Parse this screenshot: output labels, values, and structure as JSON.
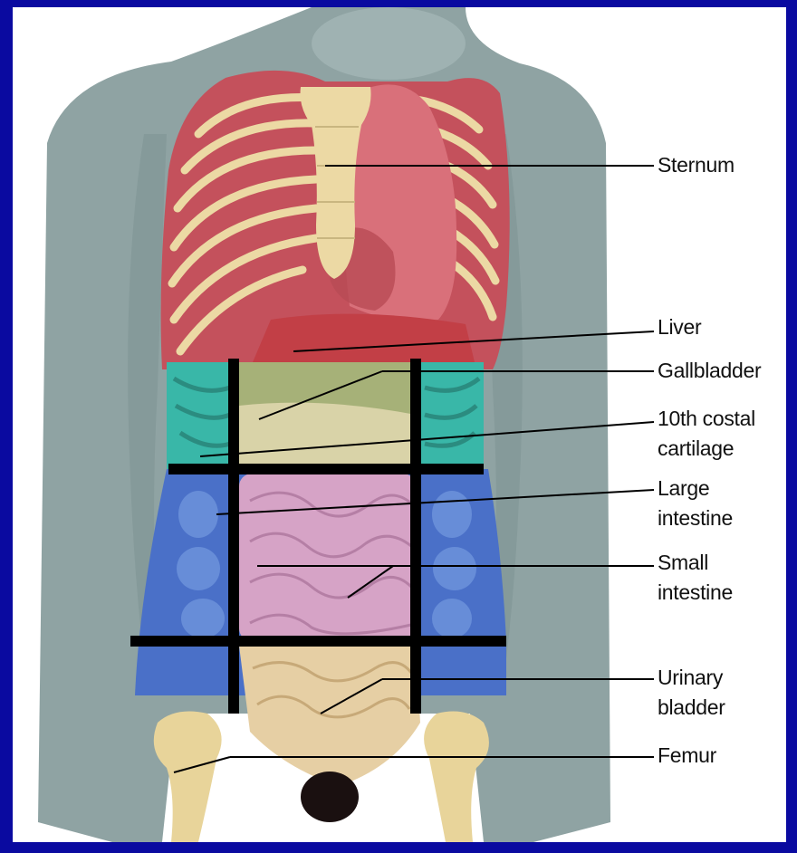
{
  "colors": {
    "frame": "#0a0aa0",
    "background": "#ffffff",
    "skin": "#8fa3a3",
    "rib_bone": "#ecd9a4",
    "intercostal_muscle": "#c4515c",
    "lung": "#d9707a",
    "liver": "#c23f46",
    "gallbladder_region": "#a6b178",
    "cartilage": "#39b7a8",
    "large_intestine": "#4a70c8",
    "small_intestine": "#d6a3c6",
    "lower_intestine": "#e6cfa4",
    "femur": "#e8d49a",
    "grid_lines": "#000000"
  },
  "labels": [
    {
      "id": "sternum",
      "lines": [
        "Sternum"
      ]
    },
    {
      "id": "liver",
      "lines": [
        "Liver"
      ]
    },
    {
      "id": "gallbladder",
      "lines": [
        "Gallbladder"
      ]
    },
    {
      "id": "costal",
      "lines": [
        "10th costal",
        "cartilage"
      ]
    },
    {
      "id": "large-intestine",
      "lines": [
        "Large",
        "intestine"
      ]
    },
    {
      "id": "small-intestine",
      "lines": [
        "Small",
        "intestine"
      ]
    },
    {
      "id": "urinary-bladder",
      "lines": [
        "Urinary",
        "bladder"
      ]
    },
    {
      "id": "femur",
      "lines": [
        "Femur"
      ]
    }
  ]
}
